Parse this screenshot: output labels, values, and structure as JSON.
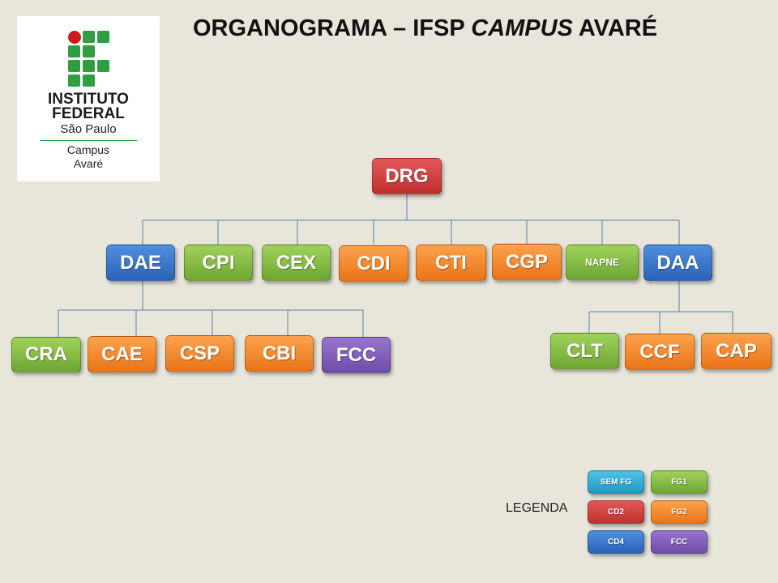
{
  "title": {
    "main": "ORGANOGRAMA – IFSP ",
    "italic": "CAMPUS",
    "tail": " AVARÉ"
  },
  "logo": {
    "line1": "INSTITUTO",
    "line2": "FEDERAL",
    "line3": "São Paulo",
    "line4": "Campus",
    "line5": "Avaré"
  },
  "nodes": {
    "drg": "DRG",
    "dae": "DAE",
    "cpi": "CPI",
    "cex": "CEX",
    "cdi": "CDI",
    "cti": "CTI",
    "cgp": "CGP",
    "napne": "NAPNE",
    "daa": "DAA",
    "cra": "CRA",
    "cae": "CAE",
    "csp": "CSP",
    "cbi": "CBI",
    "fcc": "FCC",
    "clt": "CLT",
    "ccf": "CCF",
    "cap": "CAP"
  },
  "legend": {
    "label": "LEGENDA",
    "items": [
      "SEM FG",
      "FG1",
      "CD2",
      "FG2",
      "CD4",
      "FCC"
    ]
  },
  "colors": {
    "CD2": "#c9393a",
    "CD4": "#3b76c8",
    "FG1": "#86bc45",
    "FG2": "#f58b2c",
    "FCC": "#7f5cba",
    "SEM FG": "#33aed6"
  }
}
